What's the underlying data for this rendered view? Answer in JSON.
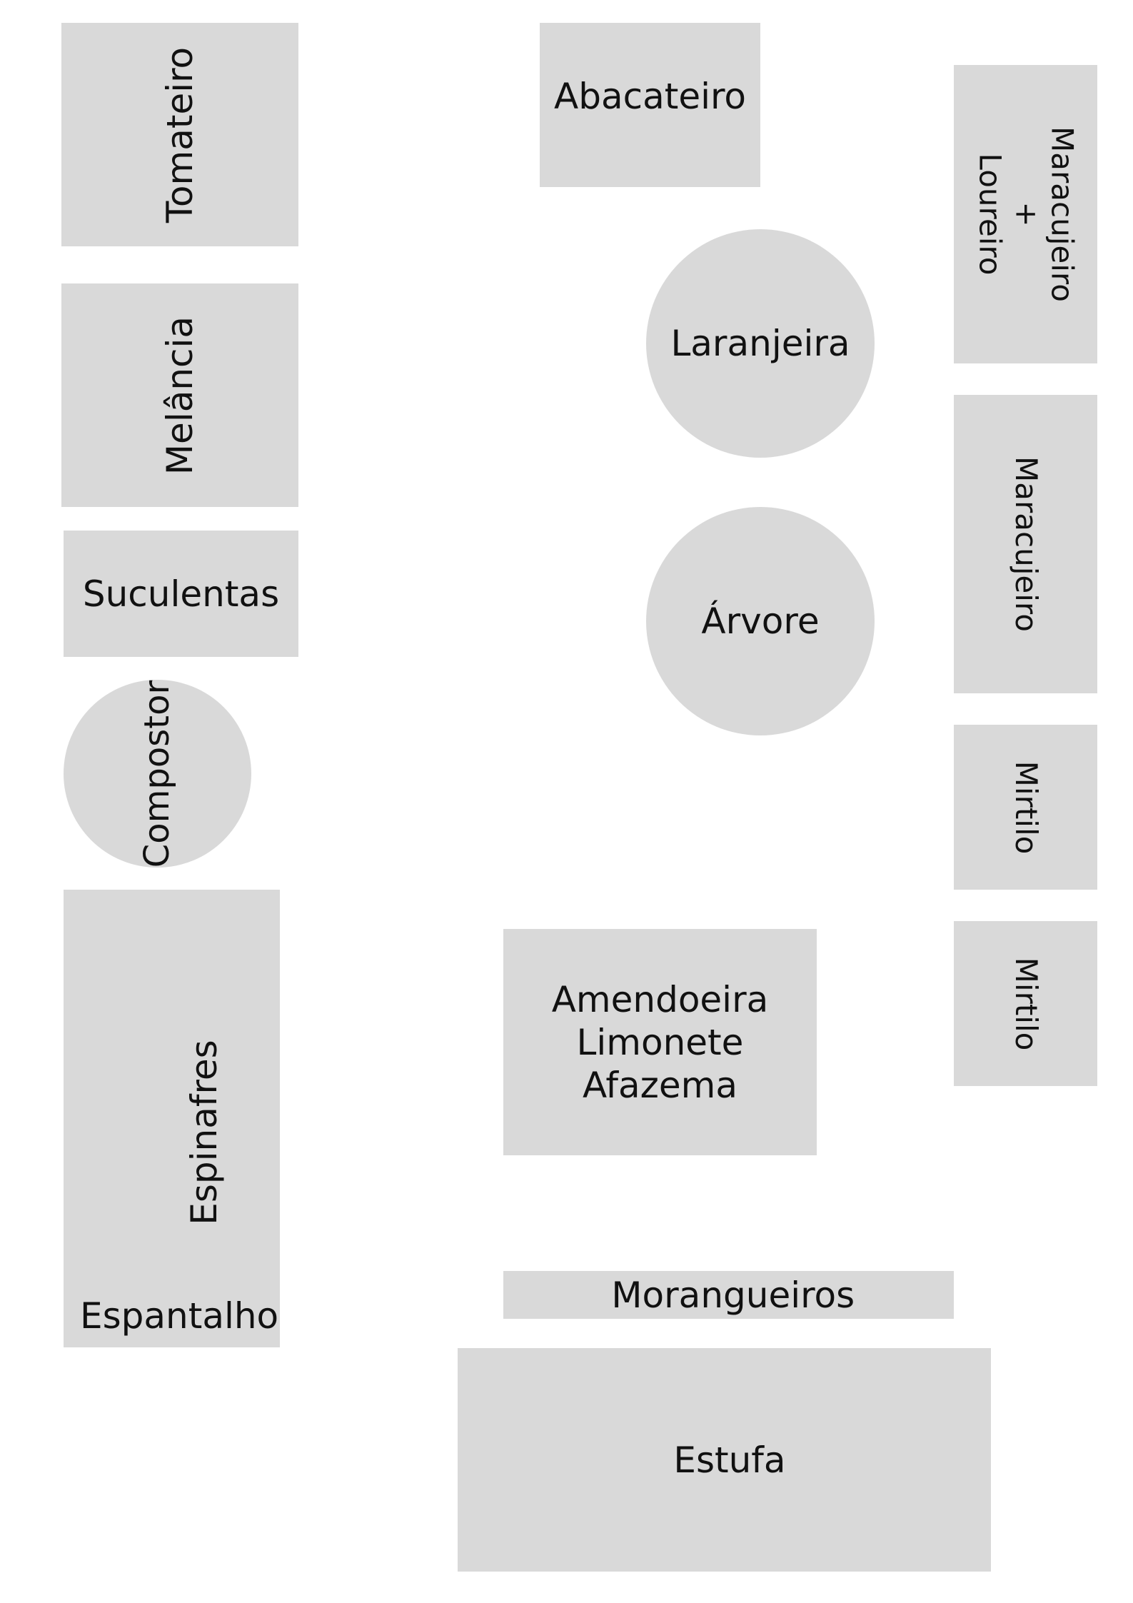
{
  "diagram": {
    "background_color": "#ffffff",
    "bed_color": "#d9d9d9",
    "text_color": "#111111",
    "beds": {
      "tomateiro": "Tomateiro",
      "melancia": "Melância",
      "suculentas": "Suculentas",
      "compostor": "Compostor",
      "espinafres": "Espinafres",
      "espantalho": "Espantalho",
      "abacateiro": "Abacateiro",
      "laranjeira": "Laranjeira",
      "arvore": "Árvore",
      "amendoeira_lines": [
        "Amendoeira",
        "Limonete",
        "Afazema"
      ],
      "morangueiros": "Morangueiros",
      "estufa": "Estufa",
      "maracujeiro_loureiro_lines": [
        "Maracujeiro",
        "+",
        "Loureiro"
      ],
      "maracujeiro": "Maracujeiro",
      "mirtilo_1": "Mirtilo",
      "mirtilo_2": "Mirtilo"
    }
  }
}
